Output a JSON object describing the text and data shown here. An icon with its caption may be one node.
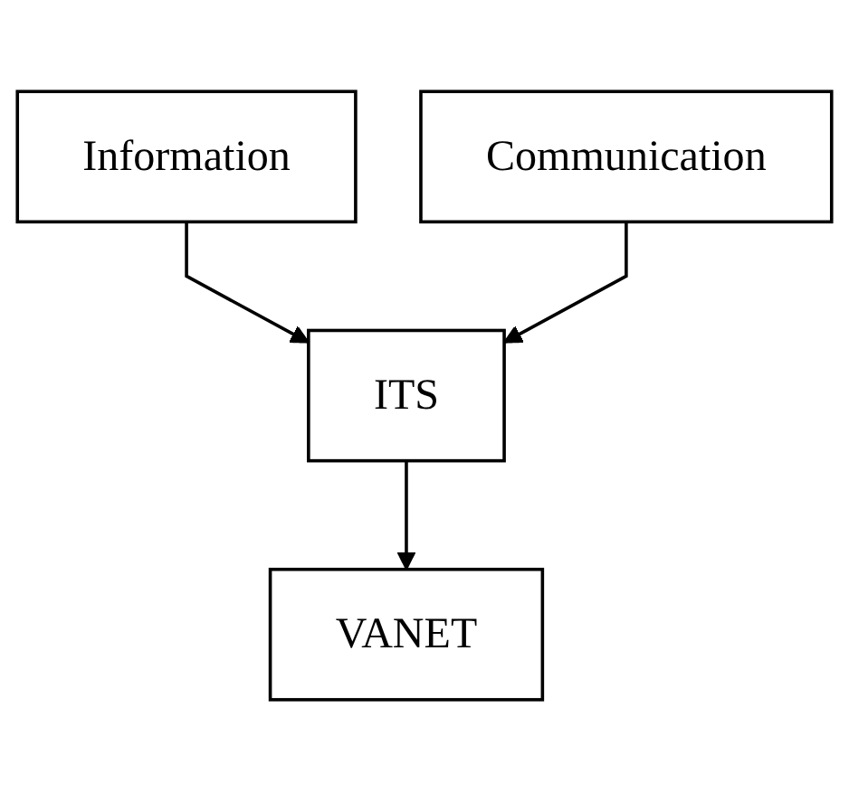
{
  "diagram": {
    "nodes": [
      {
        "text": [
          "Information"
        ]
      },
      {
        "text": [
          "Communication"
        ]
      },
      {
        "text": [
          "ITS"
        ]
      },
      {
        "text": [
          "VANET"
        ]
      }
    ],
    "edges": [
      {
        "from": 0,
        "to": 2,
        "arrow": "to"
      },
      {
        "from": 1,
        "to": 2,
        "arrow": "to"
      },
      {
        "from": 2,
        "to": 3,
        "arrow": "to"
      }
    ]
  }
}
